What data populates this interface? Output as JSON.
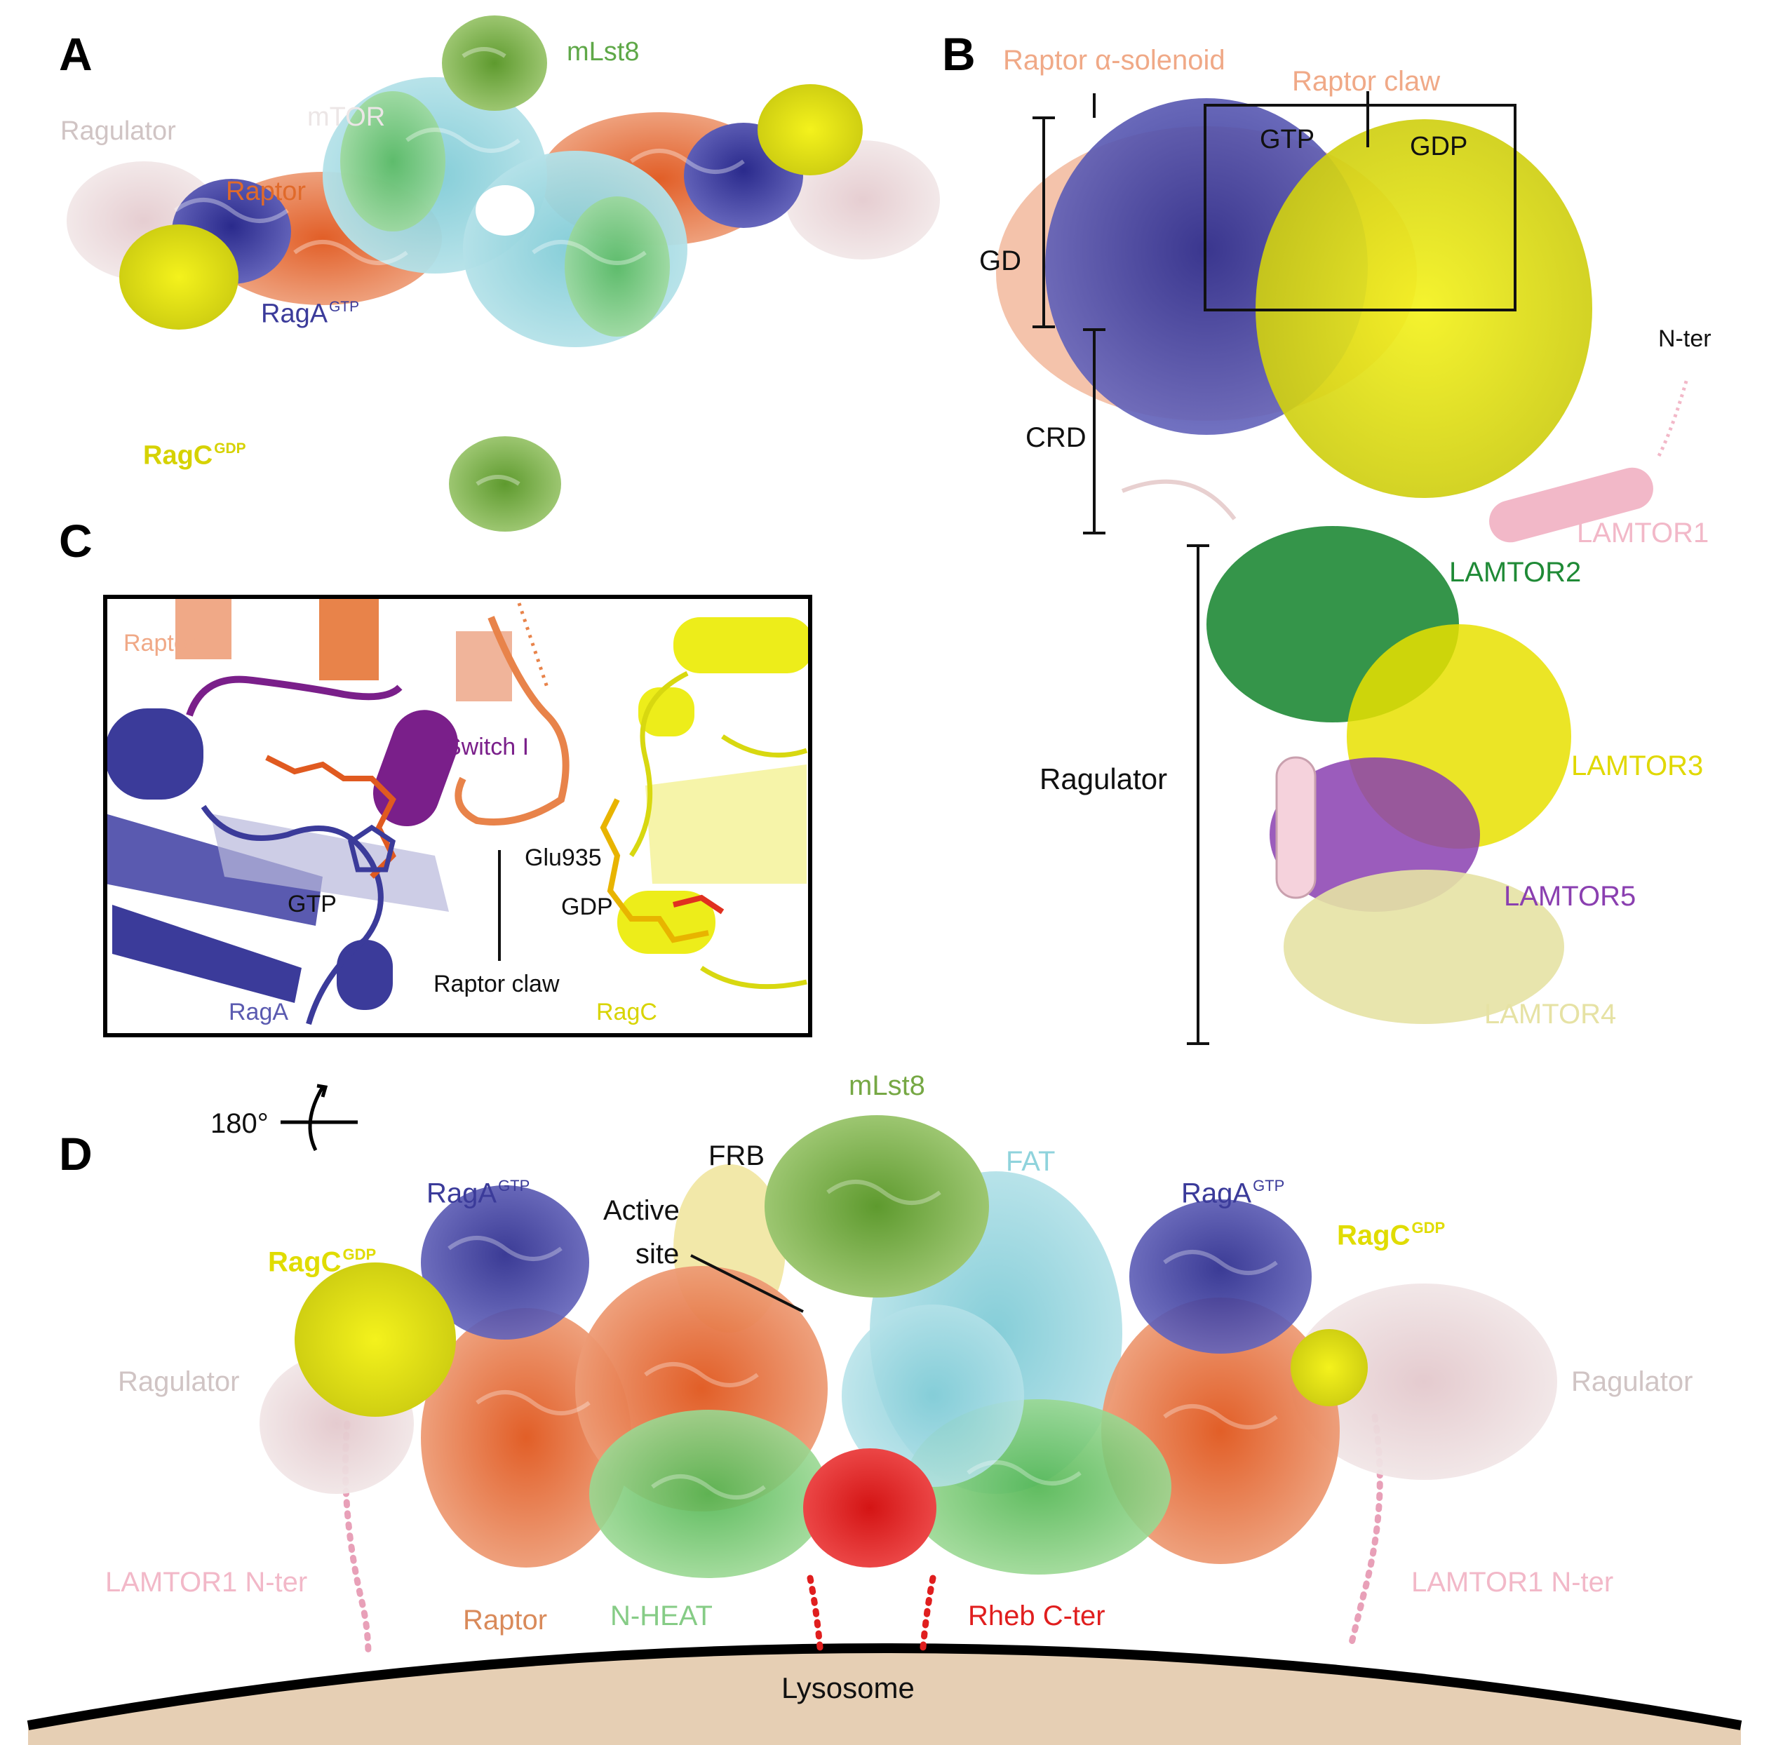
{
  "colors": {
    "raga": "#3b3b9a",
    "ragc": "#eded1a",
    "raptor": "#e06a2a",
    "raptor_light": "#f0a987",
    "mtor": "#8fd3dc",
    "mlst8": "#76a844",
    "nheat": "#6cc46c",
    "rheb": "#e01e1e",
    "ragulator": "#e8d6d6",
    "lamtor1": "#f2b8c8",
    "lamtor2": "#1f8a36",
    "lamtor3": "#e8e000",
    "lamtor4": "#e6e2a4",
    "lamtor5": "#8a3fb0",
    "switch1": "#7a1f8a",
    "lysosome": "#e6cfb4"
  },
  "panel_a": {
    "letter": "A",
    "mlst8": "mLst8",
    "mtor": "mTOR",
    "ragulator": "Ragulator",
    "raptor": "Raptor",
    "raga": "RagA",
    "raga_sup": "GTP",
    "ragc": "RagC",
    "ragc_sup": "GDP"
  },
  "panel_b": {
    "letter": "B",
    "raptor_solenoid": "Raptor α-solenoid",
    "raptor_claw": "Raptor claw",
    "gtp": "GTP",
    "gdp": "GDP",
    "gd": "GD",
    "crd": "CRD",
    "nter": "N-ter",
    "ragulator": "Ragulator",
    "lamtor1": "LAMTOR1",
    "lamtor2": "LAMTOR2",
    "lamtor3": "LAMTOR3",
    "lamtor4": "LAMTOR4",
    "lamtor5": "LAMTOR5"
  },
  "panel_c": {
    "letter": "C",
    "raptor": "Raptor",
    "switch1": "Switch I",
    "glu935": "Glu935",
    "gtp": "GTP",
    "gdp": "GDP",
    "raptor_claw": "Raptor claw",
    "raga": "RagA",
    "ragc": "RagC"
  },
  "panel_d": {
    "letter": "D",
    "rotation": "180°",
    "mlst8": "mLst8",
    "frb": "FRB",
    "fat": "FAT",
    "active_site_1": "Active",
    "active_site_2": "site",
    "raga_left": "RagA",
    "raga_right": "RagA",
    "raga_sup": "GTP",
    "ragc_left": "RagC",
    "ragc_right": "RagC",
    "ragc_sup": "GDP",
    "ragulator_left": "Ragulator",
    "ragulator_right": "Ragulator",
    "raptor": "Raptor",
    "nheat": "N-HEAT",
    "rheb_cter": "Rheb C-ter",
    "lamtor1_nter_left": "LAMTOR1 N-ter",
    "lamtor1_nter_right": "LAMTOR1 N-ter",
    "lysosome": "Lysosome"
  }
}
